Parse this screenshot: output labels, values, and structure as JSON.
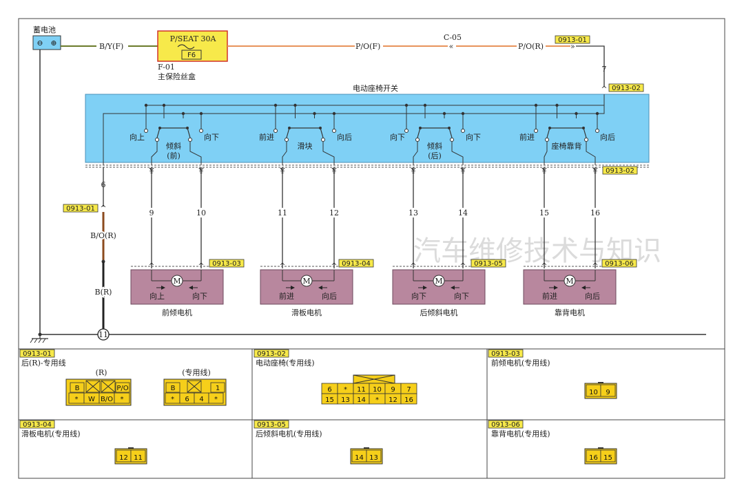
{
  "battery": {
    "label": "蓄电池",
    "minus": "⊖",
    "plus": "⊕"
  },
  "wires": {
    "main_feed": "B/Y(F)",
    "feed_1": "P/O(F)",
    "feed_2": "P/O(R)",
    "ground_1": "B/O(R)",
    "ground_2": "B(R)"
  },
  "fuse": {
    "name": "P/SEAT 30A",
    "id": "F6",
    "box_code": "F-01",
    "box_name": "主保险丝盒"
  },
  "connector_c05": "C-05",
  "switch_block": {
    "title": "电动座椅开关"
  },
  "switches": [
    {
      "left": "向上",
      "right": "向下",
      "name_1": "倾斜",
      "name_2": "(前)"
    },
    {
      "left": "前进",
      "right": "向后",
      "name_1": "滑块",
      "name_2": ""
    },
    {
      "left": "向下",
      "right": "向下",
      "name_1": "倾斜",
      "name_2": "(后)"
    },
    {
      "left": "前进",
      "right": "向后",
      "name_1": "座椅靠背",
      "name_2": ""
    }
  ],
  "pins": {
    "p6": "6",
    "p7": "7",
    "p9": "9",
    "p10": "10",
    "p11": "11",
    "p12": "12",
    "p13": "13",
    "p14": "14",
    "p15": "15",
    "p16": "16"
  },
  "tags": {
    "t0913_01": "0913-01",
    "t0913_02": "0913-02",
    "t0913_03": "0913-03",
    "t0913_04": "0913-04",
    "t0913_05": "0913-05",
    "t0913_06": "0913-06"
  },
  "motors": [
    {
      "left": "向上",
      "right": "向下",
      "name": "前倾电机"
    },
    {
      "left": "前进",
      "right": "向后",
      "name": "滑板电机"
    },
    {
      "left": "向下",
      "right": "向下",
      "name": "后倾斜电机"
    },
    {
      "left": "前进",
      "right": "向后",
      "name": "靠背电机"
    }
  ],
  "ground_point": "11",
  "motor_symbol": "M",
  "watermark": "汽车维修技术与知识",
  "panels": {
    "p1": {
      "tag": "0913-01",
      "title": "后(R)-专用线",
      "sub_a": "(R)",
      "sub_b": "(专用线)",
      "a_top": [
        "B",
        "P/O"
      ],
      "a_bottom": [
        "*",
        "W",
        "B/O",
        "*"
      ],
      "b_top": [
        "B",
        "1"
      ],
      "b_bottom": [
        "*",
        "6",
        "4",
        "*"
      ]
    },
    "p2": {
      "tag": "0913-02",
      "title": "电动座椅(专用线)",
      "top": [
        "6",
        "*",
        "11",
        "10",
        "9",
        "7"
      ],
      "bottom": [
        "15",
        "13",
        "14",
        "*",
        "12",
        "16"
      ]
    },
    "p3": {
      "tag": "0913-03",
      "title": "前倾电机(专用线)",
      "pins": [
        "10",
        "9"
      ]
    },
    "p4": {
      "tag": "0913-04",
      "title": "滑板电机(专用线)",
      "pins": [
        "12",
        "11"
      ]
    },
    "p5": {
      "tag": "0913-05",
      "title": "后倾斜电机(专用线)",
      "pins": [
        "14",
        "13"
      ]
    },
    "p6": {
      "tag": "0913-06",
      "title": "靠背电机(专用线)",
      "pins": [
        "16",
        "15"
      ]
    }
  },
  "colors": {
    "switch_fill": "#7fd0f5",
    "tag_fill": "#f7e94a",
    "motor_fill": "#b8879e",
    "wire_orange": "#e8925a",
    "wire_brown": "#8b4a1e",
    "conn_fill": "#f6cf1a"
  }
}
